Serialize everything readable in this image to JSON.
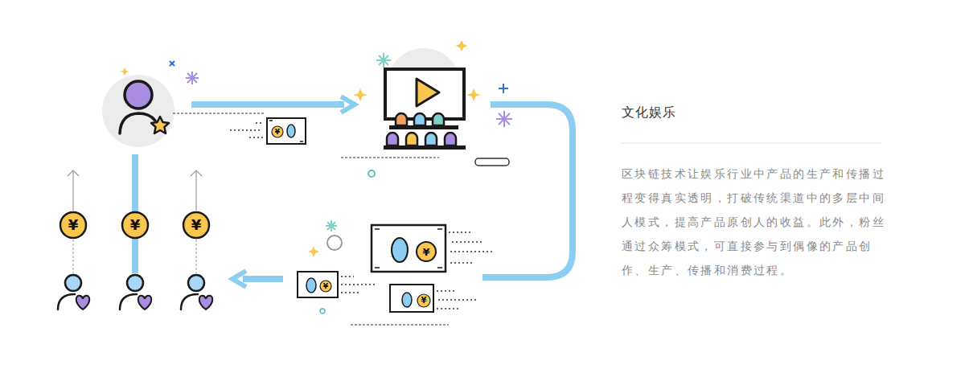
{
  "diagram": {
    "title": "文化娱乐",
    "caption": "区块链技术让娱乐行业中产品的生产和传播过程变得真实透明，打破传统渠道中的多层中间人模式，提高产品原创人的收益。此外，粉丝通过众筹模式，可直接参与到偶像的产品创作、生产、传播和消费过程。",
    "labels": [
      "¥",
      "¥",
      "¥",
      "¥",
      "¥",
      "¥",
      "¥"
    ]
  }
}
